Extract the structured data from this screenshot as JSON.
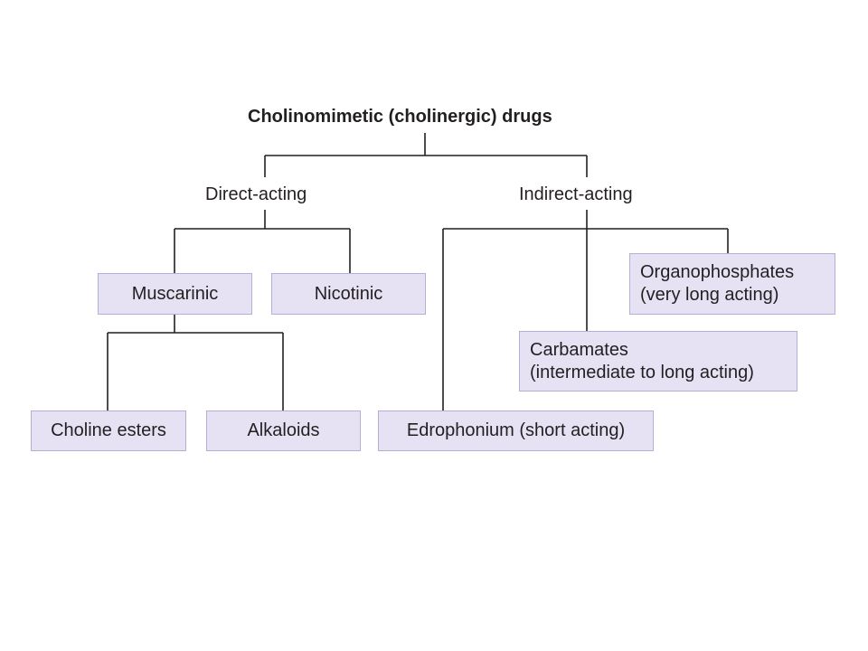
{
  "title": "Cholinomimetic (cholinergic) drugs",
  "branches": {
    "direct": {
      "label": "Direct-acting",
      "muscarinic": "Muscarinic",
      "nicotinic": "Nicotinic",
      "choline_esters": "Choline esters",
      "alkaloids": "Alkaloids"
    },
    "indirect": {
      "label": "Indirect-acting",
      "organophosphates": {
        "line1": "Organophosphates",
        "line2": "(very long acting)"
      },
      "carbamates": {
        "line1": "Carbamates",
        "line2": "(intermediate to long acting)"
      },
      "edrophonium": "Edrophonium (short acting)"
    }
  },
  "colors": {
    "box_fill": "#e6e2f3",
    "box_border": "#b7aed6",
    "line": "#231f20"
  }
}
